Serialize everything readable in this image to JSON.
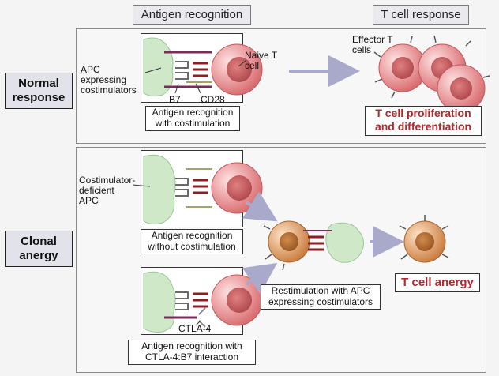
{
  "headers": {
    "left": "Antigen recognition",
    "right": "T cell response"
  },
  "rows": {
    "normal": "Normal response",
    "anergy": "Clonal anergy"
  },
  "labels": {
    "apc_expressing": "APC expressing costimulators",
    "naive_t_cell": "Naive T cell",
    "b7": "B7",
    "cd28": "CD28",
    "effector_t_cells": "Effector T cells",
    "costim_deficient_apc": "Costimulator-deficient APC",
    "ctla4": "CTLA-4"
  },
  "captions": {
    "with_costim": "Antigen recognition with costimulation",
    "without_costim": "Antigen recognition without costimulation",
    "ctla4_interaction": "Antigen recognition with CTLA-4:B7 interaction",
    "restimulation": "Restimulation with APC expressing costimulators"
  },
  "outcomes": {
    "proliferation": "T cell proliferation and differentiation",
    "anergy": "T cell anergy"
  },
  "colors": {
    "apc": "#cfe8c8",
    "t_cell": "#e58f8f",
    "anergic_cell": "#d9955f",
    "outcome_text": "#b2282c",
    "arrow": "#a9a9cc"
  }
}
